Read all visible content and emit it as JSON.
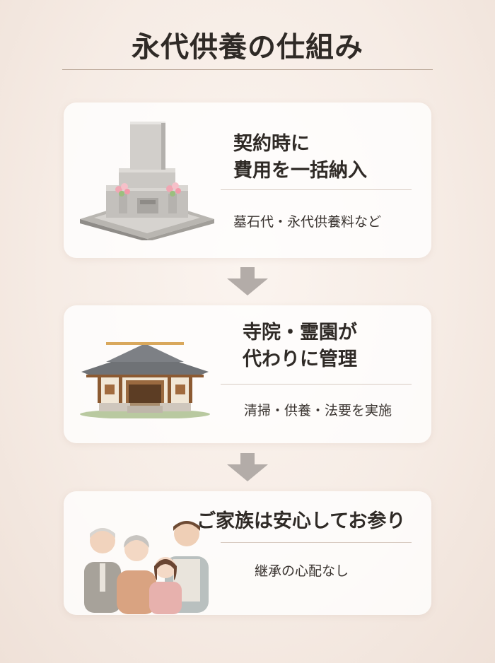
{
  "title": "永代供養の仕組み",
  "steps": [
    {
      "heading_line1": "契約時に",
      "heading_line2": "費用を一括納入",
      "sub": "墓石代・永代供養料など",
      "illustration": "gravestone-icon"
    },
    {
      "heading_line1": "寺院・霊園が",
      "heading_line2": "代わりに管理",
      "sub": "清掃・供養・法要を実施",
      "illustration": "temple-icon"
    },
    {
      "heading_line1": "ご家族は安心してお参り",
      "sub": "継承の心配なし",
      "illustration": "family-icon"
    }
  ],
  "arrow_icon": "down-arrow-icon",
  "colors": {
    "background": "#f6ece5",
    "card": "#ffffff",
    "arrow": "#b3aca8",
    "text": "#2f2a26"
  }
}
